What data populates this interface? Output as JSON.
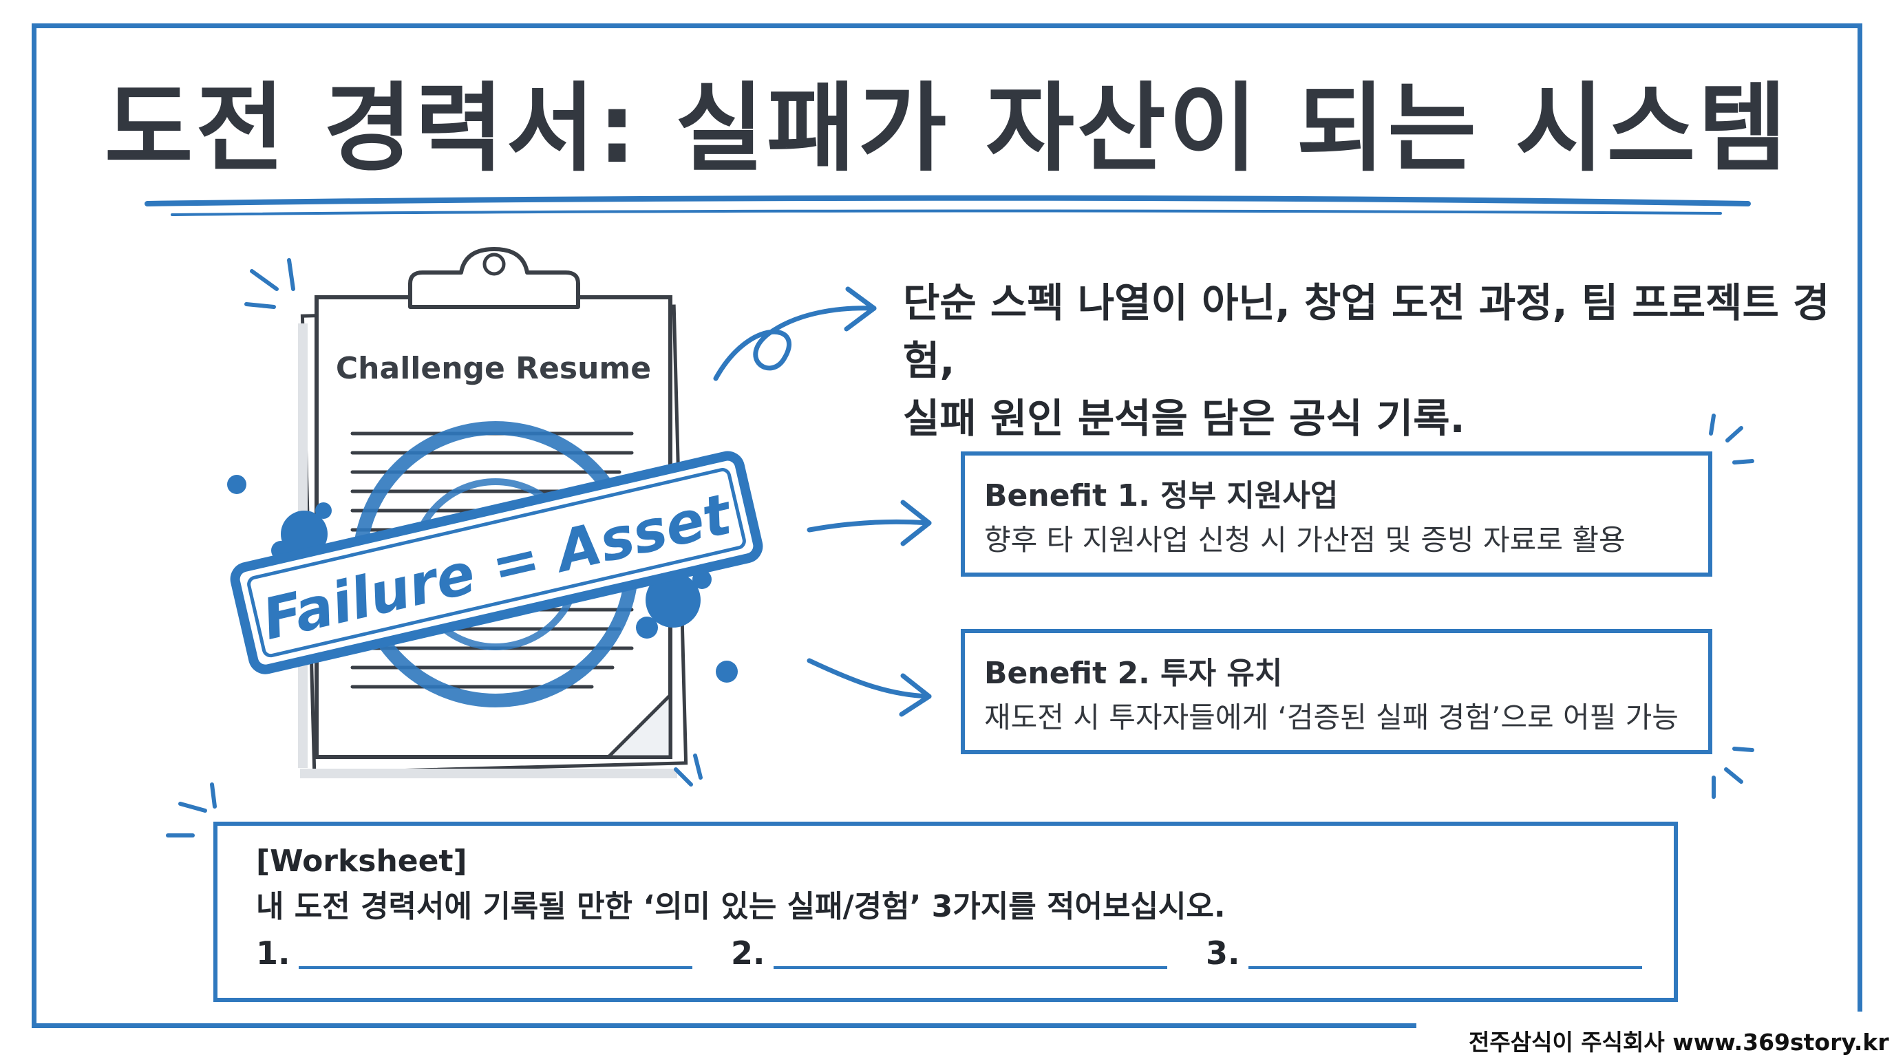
{
  "title": "도전 경력서: 실패가 자산이 되는 시스템",
  "clipboard": {
    "heading": "Challenge Resume",
    "stamp": "Failure = Asset"
  },
  "intro": {
    "line1": "단순 스펙 나열이 아닌, 창업 도전 과정, 팀 프로젝트 경험,",
    "line2": "실패 원인 분석을 담은 공식 기록."
  },
  "benefits": [
    {
      "title": "Benefit 1. 정부 지원사업",
      "description": "향후 타 지원사업 신청 시 가산점 및 증빙 자료로 활용"
    },
    {
      "title": "Benefit 2. 투자 유치",
      "description": "재도전 시 투자자들에게 ‘검증된 실패 경험’으로 어필 가능"
    }
  ],
  "worksheet": {
    "title": "[Worksheet]",
    "question": "내 도전 경력서에 기록될 만한 ‘의미 있는 실패/경험’ 3가지를 적어보십시오.",
    "items": [
      "1.",
      "2.",
      "3."
    ]
  },
  "footer": "전주삼식이 주식회사 www.369story.kr",
  "colors": {
    "accent": "#2f78be",
    "text": "#2b2f36",
    "background": "#ffffff"
  }
}
